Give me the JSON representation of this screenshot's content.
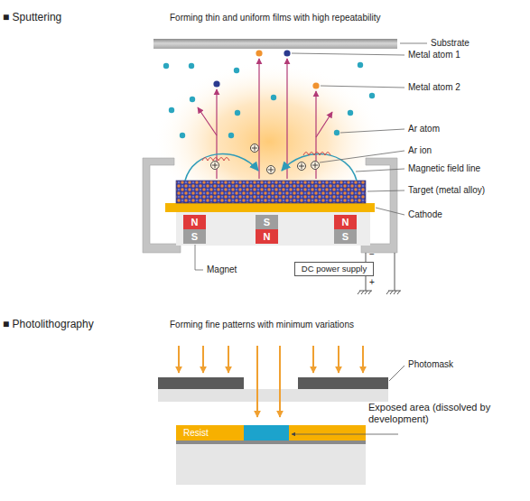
{
  "diagram": {
    "nodes": [
      {
        "text": [
          "N"
        ]
      },
      {
        "text": [
          "S"
        ]
      },
      {
        "text": [
          "N"
        ]
      },
      {
        "text": [
          "S"
        ]
      },
      {
        "text": [
          "N"
        ]
      },
      {
        "text": [
          "S"
        ]
      },
      {
        "text": [
          "DC power supply"
        ]
      },
      {
        "text": [
          "Resist"
        ]
      }
    ],
    "labels": [
      "■ Sputtering",
      "Forming thin and uniform films with high repeatability",
      "Substrate",
      "Metal atom 1",
      "Metal atom 2",
      "Ar atom",
      "Ar ion",
      "Magnetic field line",
      "Target (metal alloy)",
      "Cathode",
      "Magnet",
      "−",
      "+",
      "■ Photolithography",
      "Forming fine patterns with minimum variations",
      "Photomask",
      "Exposed area (dissolved by development)"
    ]
  }
}
